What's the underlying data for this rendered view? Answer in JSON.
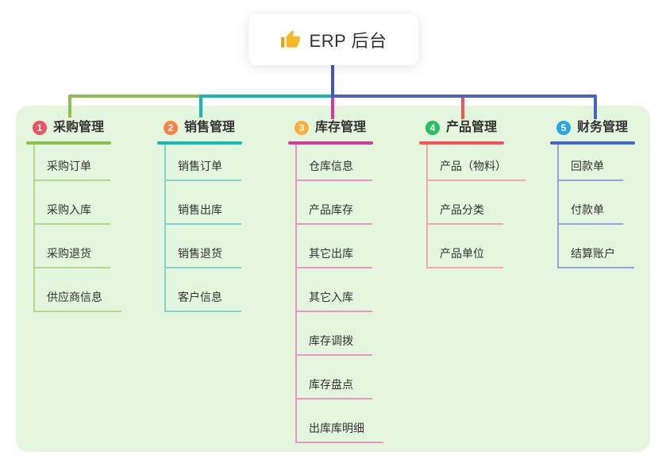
{
  "root": {
    "title": "ERP 后台",
    "icon": "thumbs-up"
  },
  "colors": {
    "trunk": "#4355c8",
    "panel_bg": "#e4f5de",
    "root_box_bg": "#ffffff",
    "text": "#333333",
    "thumb_gold": "#f3b929",
    "thumb_cuff": "#e0a416"
  },
  "branches": [
    {
      "number": "1",
      "label": "采购管理",
      "badge_color": "#ec5064",
      "line_color": "#8cc152",
      "light_color": "#b4d98c",
      "children": [
        "采购订单",
        "采购入库",
        "采购退货",
        "供应商信息"
      ]
    },
    {
      "number": "2",
      "label": "销售管理",
      "badge_color": "#fb8046",
      "line_color": "#15b9b0",
      "light_color": "#7ed3cc",
      "children": [
        "销售订单",
        "销售出库",
        "销售退货",
        "客户信息"
      ]
    },
    {
      "number": "3",
      "label": "库存管理",
      "badge_color": "#fbae38",
      "line_color": "#d43a9b",
      "light_color": "#eb92c7",
      "children": [
        "仓库信息",
        "产品库存",
        "其它出库",
        "其它入库",
        "库存调拨",
        "库存盘点",
        "出库库明细"
      ]
    },
    {
      "number": "4",
      "label": "产品管理",
      "badge_color": "#29bf60",
      "line_color": "#f3525b",
      "light_color": "#f7a6a6",
      "children": [
        "产品（物料）",
        "产品分类",
        "产品单位"
      ]
    },
    {
      "number": "5",
      "label": "财务管理",
      "badge_color": "#2aa7df",
      "line_color": "#4862c6",
      "light_color": "#94a3db",
      "children": [
        "回款单",
        "付款单",
        "结算账户"
      ]
    }
  ]
}
